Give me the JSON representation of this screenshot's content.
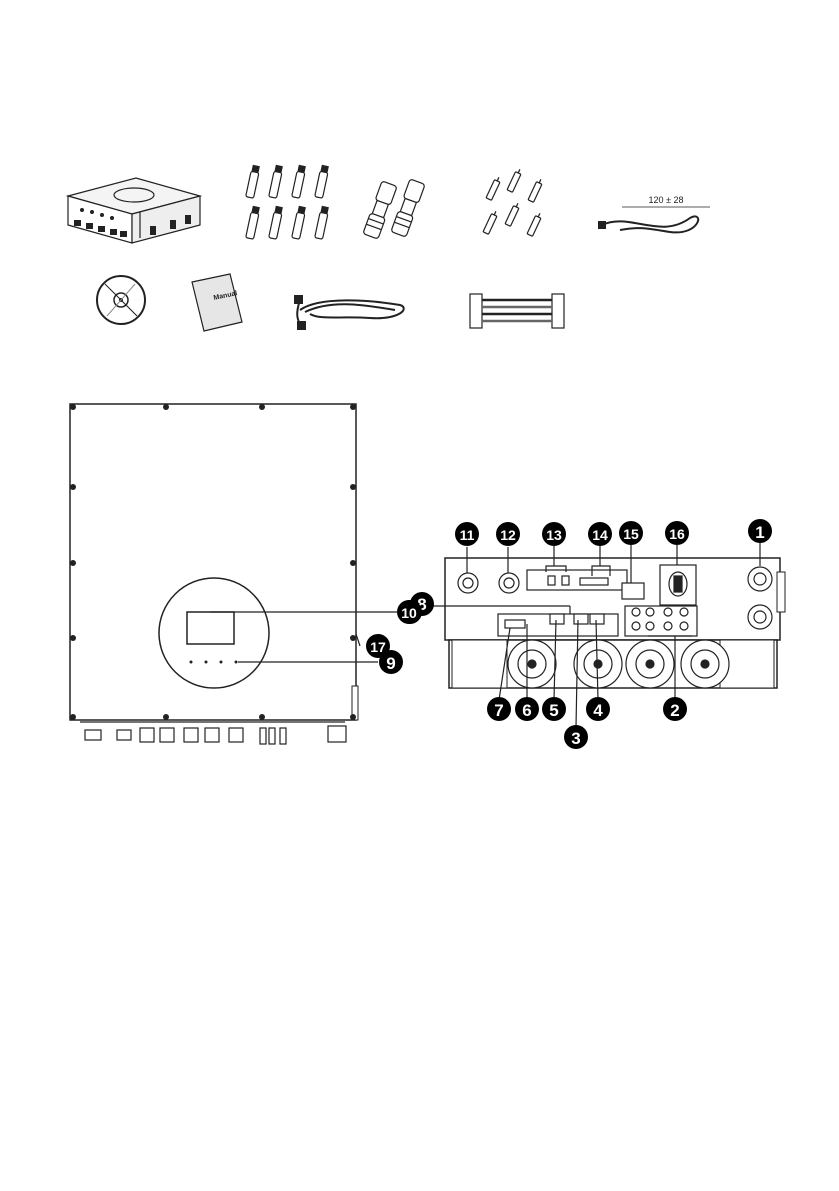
{
  "accessories": {
    "cable_length_label": "120 ± 28",
    "manual_label": "Manual"
  },
  "callouts": {
    "c1": "1",
    "c2": "2",
    "c3": "3",
    "c4": "4",
    "c5": "5",
    "c6": "6",
    "c7": "7",
    "c8": "8",
    "c9": "9",
    "c10": "10",
    "c11": "11",
    "c12": "12",
    "c13": "13",
    "c14": "14",
    "c15": "15",
    "c16": "16",
    "c17": "17"
  },
  "colors": {
    "ink": "#000000",
    "line": "#222222",
    "paper": "#ffffff",
    "shade": "#dddddd"
  }
}
